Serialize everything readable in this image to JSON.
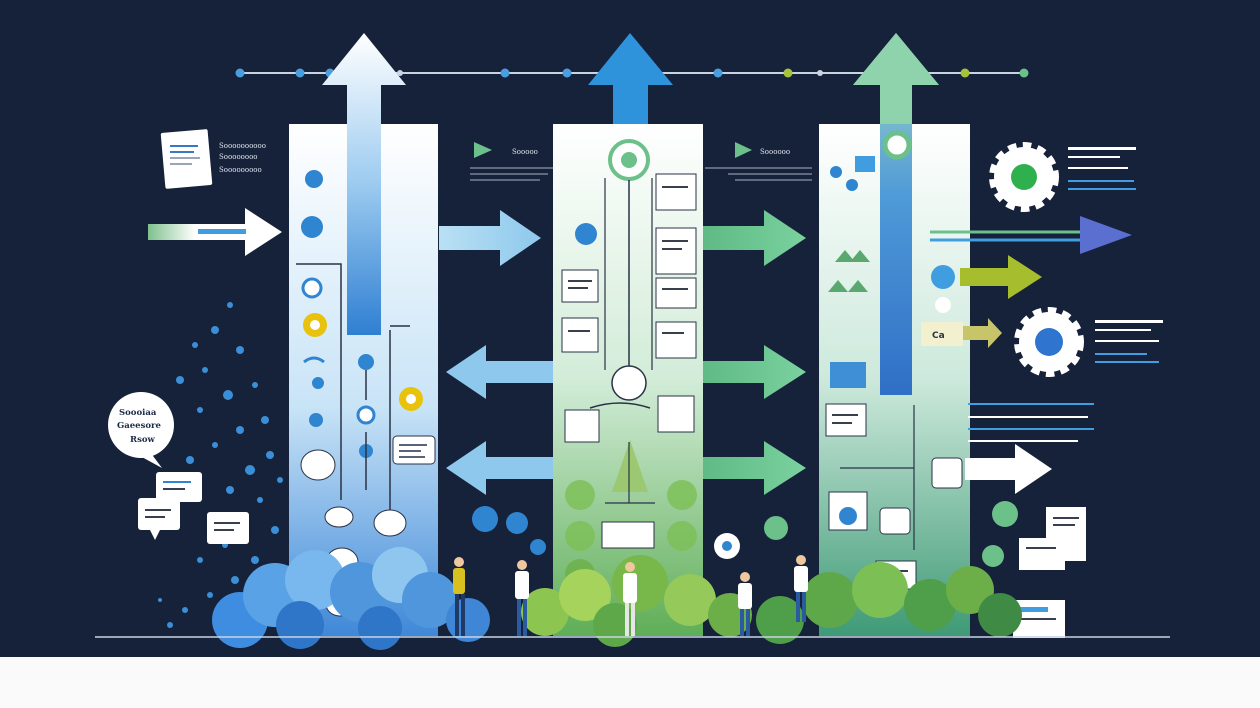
{
  "colors": {
    "background": "#16213a",
    "blue": "#2b8fd8",
    "light_blue": "#9fd0ee",
    "green": "#6cc08a",
    "lime": "#a8c23a",
    "indigo": "#5b6fd0",
    "cloud_blue": "#4f96dc",
    "cloud_green": "#5ea84a"
  },
  "labels": {
    "top_left_caption": [
      "Soooooooooo",
      "Soooooooo",
      "Sooooooooo"
    ],
    "center_left_caption": "Sooooo",
    "center_right_caption": "Soooooo",
    "bubble": [
      "Soooiaa",
      "Gaeesore",
      "Rsow"
    ],
    "sign": "Ca"
  },
  "icons": [
    "document-icon",
    "gear-icon",
    "user-circle-icon",
    "chat-bubble-icon",
    "arrow-right-icon",
    "arrow-up-icon",
    "arrow-double-icon",
    "flag-icon"
  ]
}
